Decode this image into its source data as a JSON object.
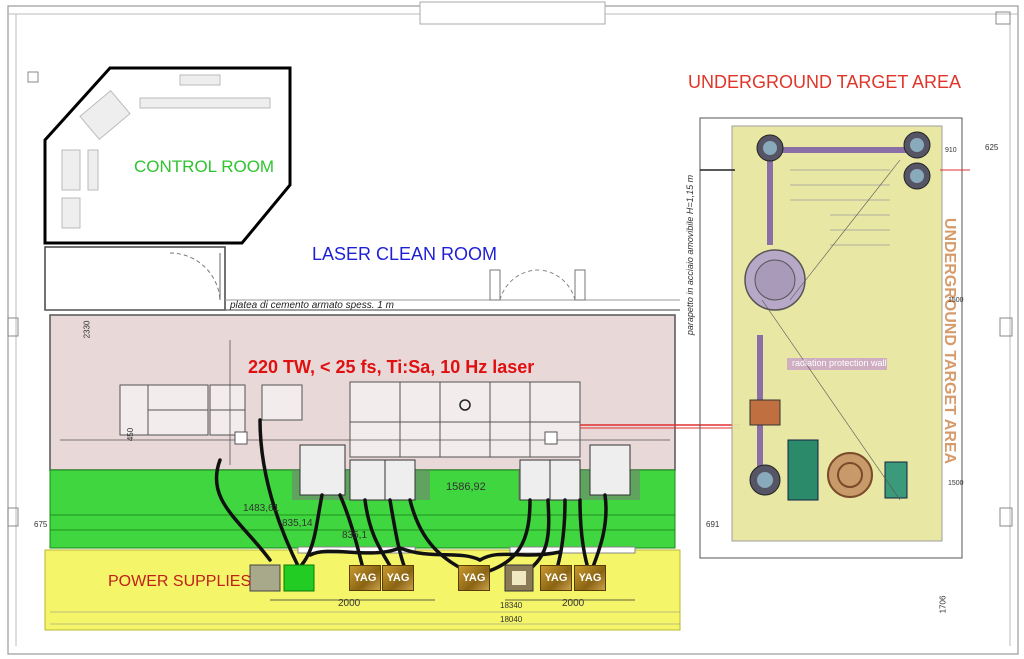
{
  "labels": {
    "control_room": "CONTROL ROOM",
    "laser_clean_room": "LASER CLEAN ROOM",
    "laser_spec": "220 TW, < 25 fs, Ti:Sa, 10 Hz laser",
    "underground_target_area_title": "UNDERGROUND TARGET AREA",
    "underground_target_area_vertical": "UNDERGROUND TARGET AREA",
    "power_supplies": "POWER SUPPLIES",
    "platea_note": "platea di cemento armato spess. 1 m",
    "parapetto_note": "parapetto in acciaio amovibile H=1,15 m",
    "radiation_wall": "radiation protection wall"
  },
  "yag_units": [
    "YAG",
    "YAG",
    "YAG",
    "YAG",
    "YAG"
  ],
  "dimensions": {
    "d_2000_left": "2000",
    "d_2000_right": "2000",
    "d_18340": "18340",
    "d_18040": "18040",
    "d_1483": "1483,61",
    "d_835_14": "835,14",
    "d_835_1": "835,1",
    "d_1586": "1586,92",
    "d_910": "910",
    "d_625": "625",
    "d_1500_a": "1500",
    "d_1500_b": "1500",
    "d_691": "691",
    "d_675": "675",
    "d_1706": "1706",
    "d_2330": "2330",
    "d_450": "450"
  },
  "colors": {
    "control_room_text": "#2fc42f",
    "clean_room_text": "#1f1fd6",
    "laser_text": "#e01010",
    "target_title_text": "#e0362a",
    "target_vertical_text": "#d08a52",
    "power_text": "#c0201a",
    "green_zone": "#3fd63f",
    "yellow_zone": "#f5f56a",
    "pink_zone": "#e8d8d8",
    "target_zone": "#e8e6a0"
  }
}
